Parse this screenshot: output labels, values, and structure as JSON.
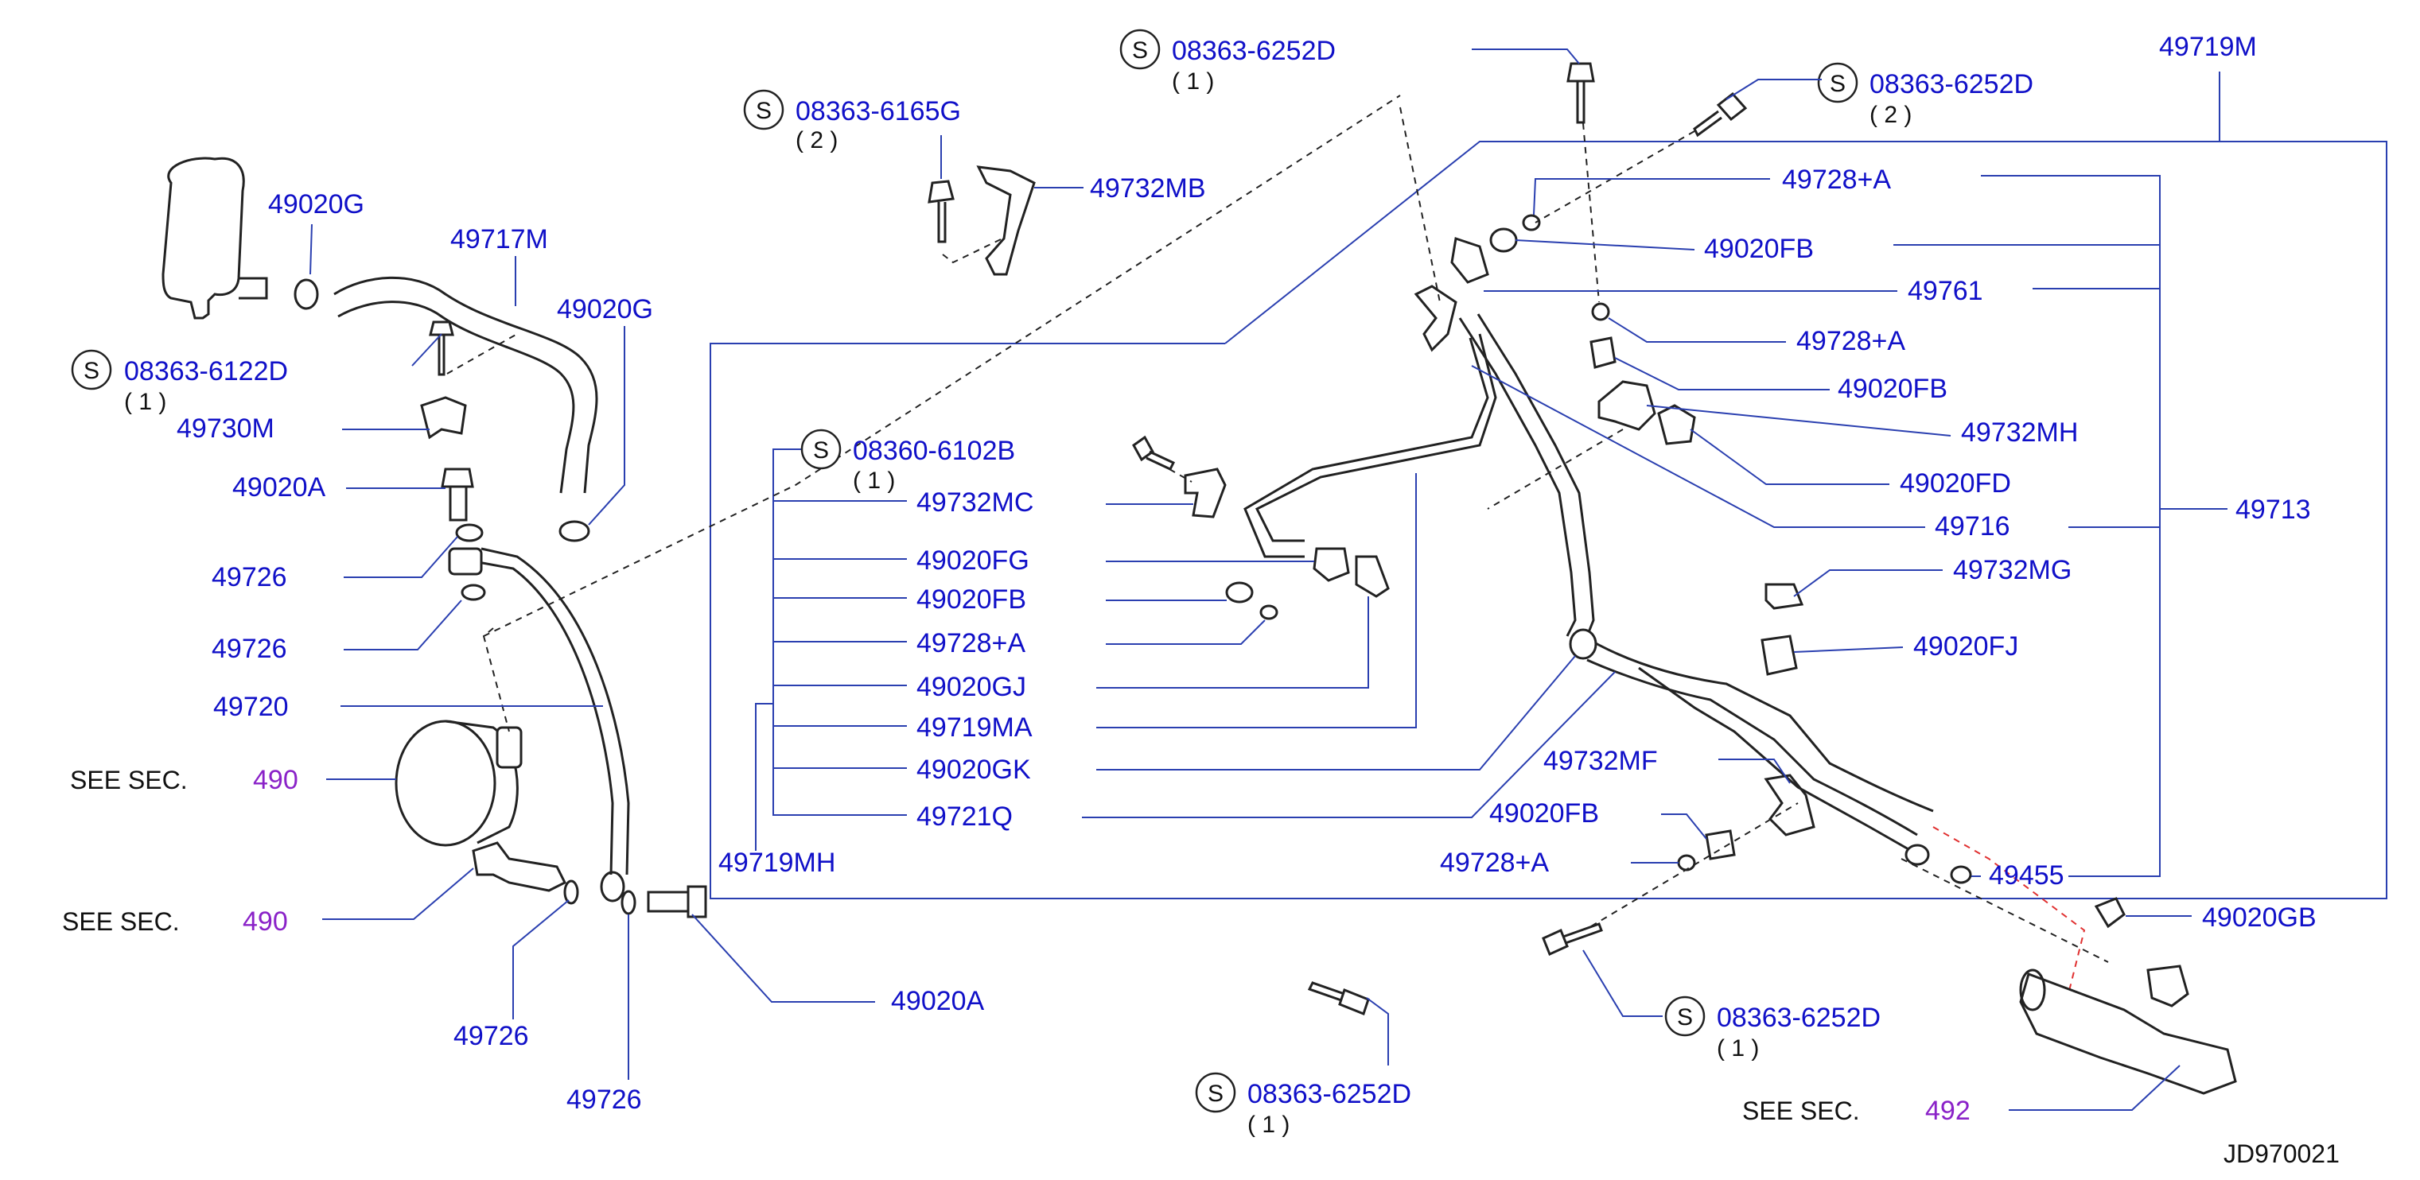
{
  "diagram_id": "JD970021",
  "see_sec": {
    "prefix": "SEE  SEC.",
    "pump": "490",
    "pump_fitting": "490",
    "gear": "492"
  },
  "screws": [
    {
      "code": "08363-6122D",
      "qty": "( 1 )"
    },
    {
      "code": "08363-6165G",
      "qty": "( 2 )"
    },
    {
      "code": "08363-6252D",
      "qty": "( 1 )"
    },
    {
      "code": "08363-6252D",
      "qty": "( 2 )"
    },
    {
      "code": "08360-6102B",
      "qty": "( 1 )"
    },
    {
      "code": "08363-6252D",
      "qty": "( 1 )"
    },
    {
      "code": "08363-6252D",
      "qty": "( 1 )"
    }
  ],
  "screw_symbol": "S",
  "labels": {
    "l49020G_a": "49020G",
    "l49717M": "49717M",
    "l49020G_b": "49020G",
    "l49730M": "49730M",
    "l49020A_a": "49020A",
    "l49726_a": "49726",
    "l49726_b": "49726",
    "l49720": "49720",
    "l49726_c": "49726",
    "l49726_d": "49726",
    "l49020A_b": "49020A",
    "l49732MB": "49732MB",
    "l49732MC": "49732MC",
    "l49020FG": "49020FG",
    "l49020FB_a": "49020FB",
    "l49728A_a": "49728+A",
    "l49020GJ": "49020GJ",
    "l49719MA": "49719MA",
    "l49020GK": "49020GK",
    "l49721Q": "49721Q",
    "l49719MH": "49719MH",
    "l49719M": "49719M",
    "l49728A_b": "49728+A",
    "l49020FB_b": "49020FB",
    "l49761": "49761",
    "l49728A_c": "49728+A",
    "l49020FB_c": "49020FB",
    "l49732MH": "49732MH",
    "l49020FD": "49020FD",
    "l49716": "49716",
    "l49713": "49713",
    "l49732MG": "49732MG",
    "l49020FJ": "49020FJ",
    "l49732MF": "49732MF",
    "l49020FB_d": "49020FB",
    "l49728A_d": "49728+A",
    "l49455": "49455",
    "l49020GB": "49020GB"
  }
}
